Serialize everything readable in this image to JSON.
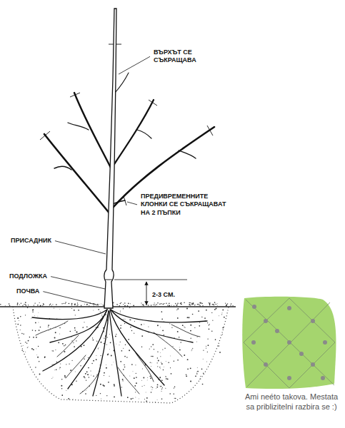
{
  "diagram": {
    "labels": [
      "ВЪРХЪТ СЕ СЪКРАЩАВА",
      "ПРЕДИВРЕМЕННИТЕ КЛОНКИ СЕ СЪКРАЩАВАТ НА 2 ПЪПКИ",
      "ПРИСАДНИК",
      "ПОДЛОЖКА",
      "ПОЧВА",
      "2-3 СМ.",
      "Ami neéto takova. Mestata sa priblizitelni razbira se :)"
    ]
  }
}
